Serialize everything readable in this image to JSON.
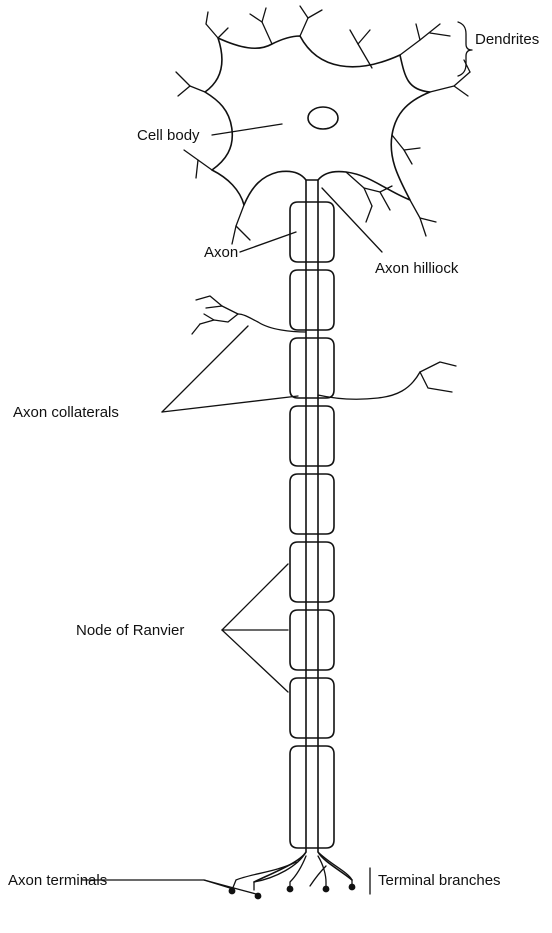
{
  "labels": {
    "dendrites": "Dendrites",
    "cell_body": "Cell body",
    "axon": "Axon",
    "axon_hillock": "Axon hilliock",
    "axon_collaterals": "Axon collaterals",
    "node_of_ranvier": "Node of Ranvier",
    "axon_terminals": "Axon terminals",
    "terminal_branches": "Terminal branches"
  }
}
